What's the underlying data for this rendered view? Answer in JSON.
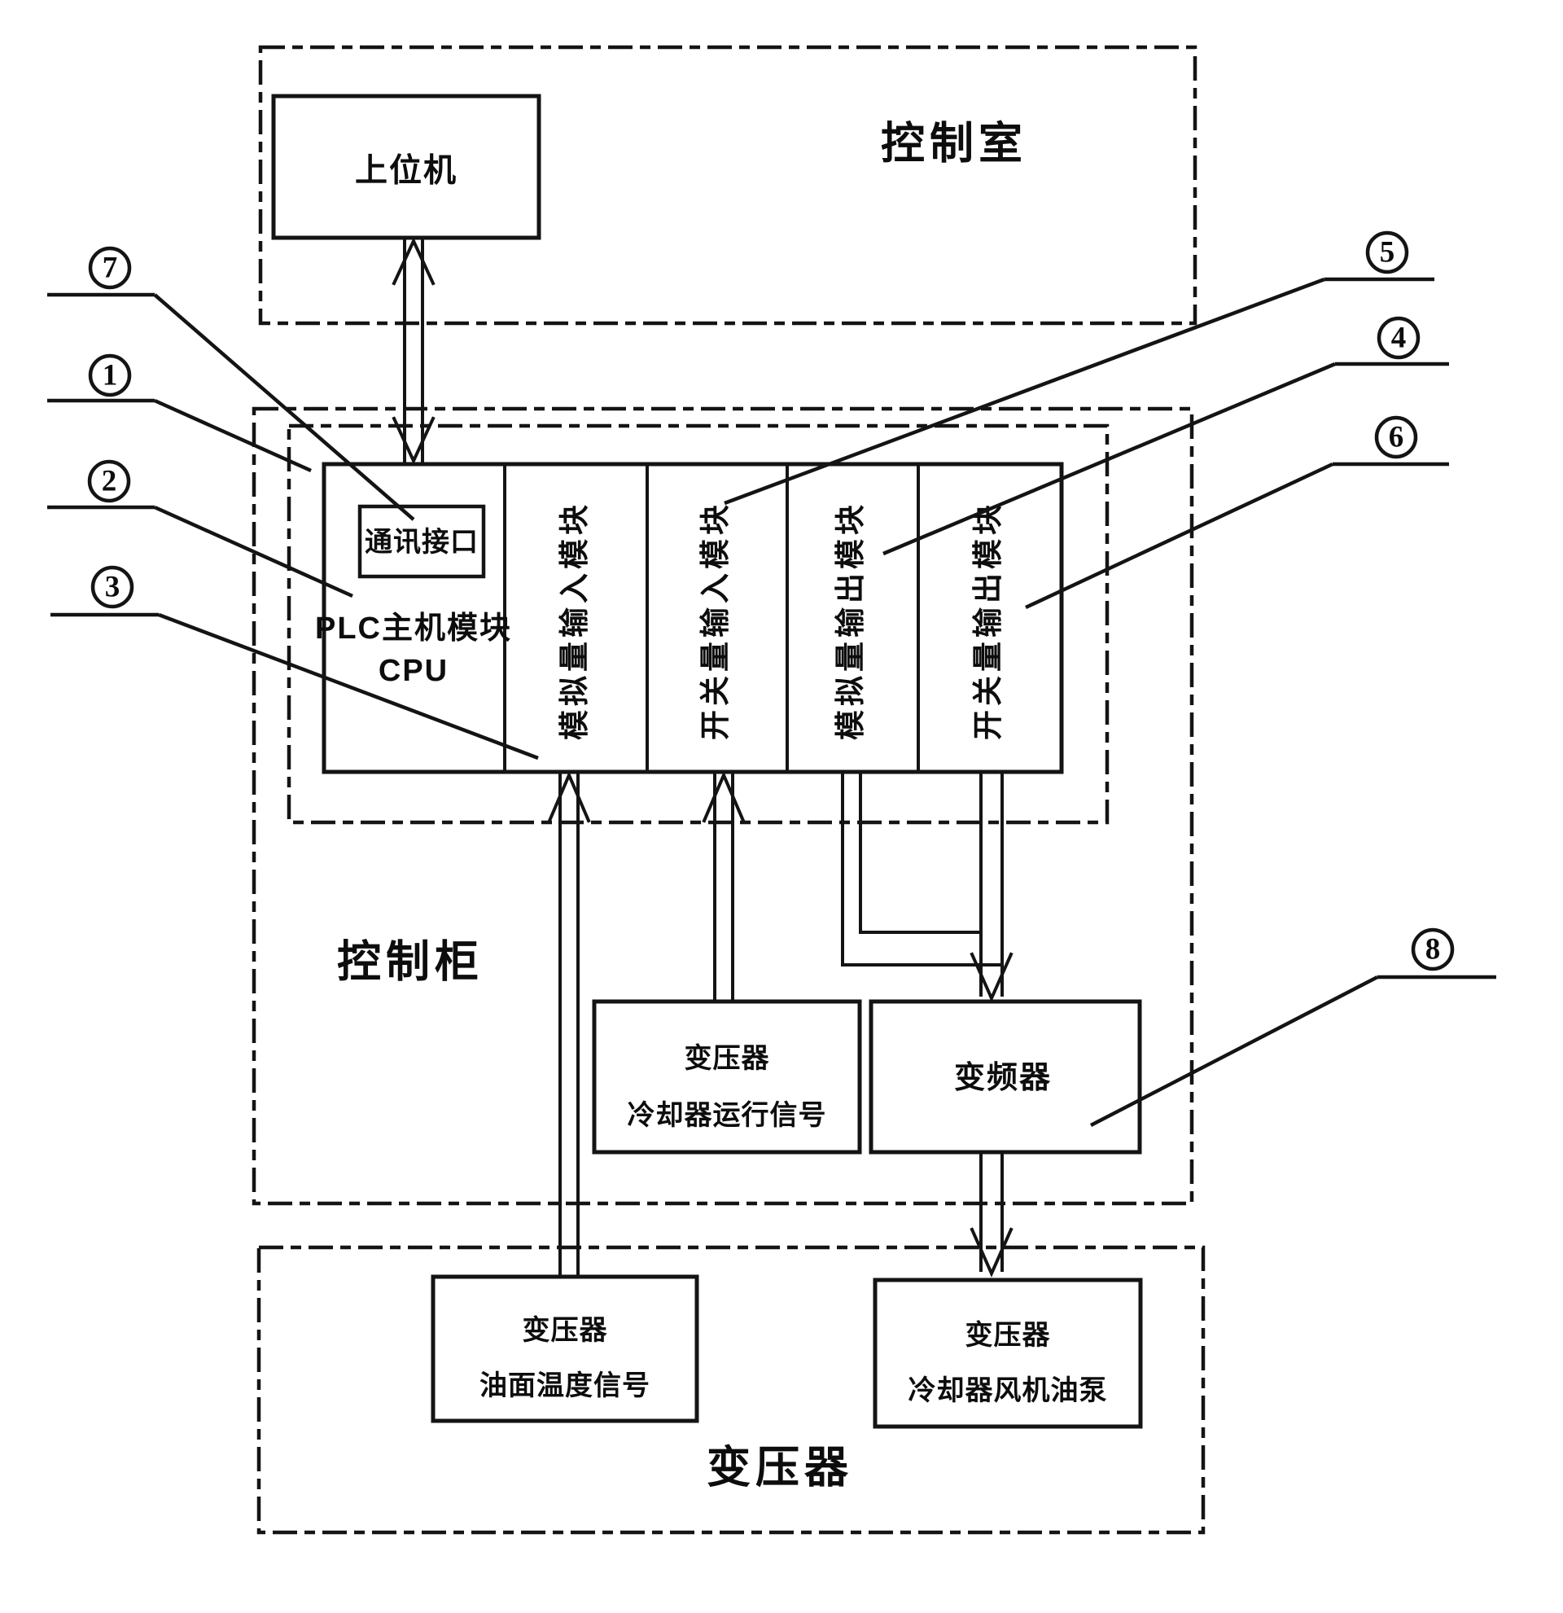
{
  "diagram": {
    "title_hint": "PLC transformer cooling control system block diagram",
    "colors": {
      "ink": "#141414",
      "paper": "#ffffff"
    },
    "regions": {
      "control_room": {
        "label": "控制室"
      },
      "control_cabinet": {
        "label": "控制柜"
      },
      "transformer": {
        "label": "变压器"
      }
    },
    "blocks": {
      "host_computer": {
        "label": "上位机"
      },
      "comm_interface": {
        "label": "通讯接口"
      },
      "plc_cpu": {
        "line1": "PLC主机模块",
        "line2": "CPU"
      },
      "analog_input_module": {
        "label": "模拟量输入模块"
      },
      "switch_input_module": {
        "label": "开关量输入模块"
      },
      "analog_output_module": {
        "label": "模拟量输出模块"
      },
      "switch_output_module": {
        "label": "开关量输出模块"
      },
      "cooler_run_signal": {
        "line1": "变压器",
        "line2": "冷却器运行信号"
      },
      "frequency_converter": {
        "label": "变频器"
      },
      "oil_temp_signal": {
        "line1": "变压器",
        "line2": "油面温度信号"
      },
      "cooler_fan_oil_pump": {
        "line1": "变压器",
        "line2": "冷却器风机油泵"
      }
    },
    "refs": {
      "r1": "1",
      "r2": "2",
      "r3": "3",
      "r4": "4",
      "r5": "5",
      "r6": "6",
      "r7": "7",
      "r8": "8"
    }
  }
}
